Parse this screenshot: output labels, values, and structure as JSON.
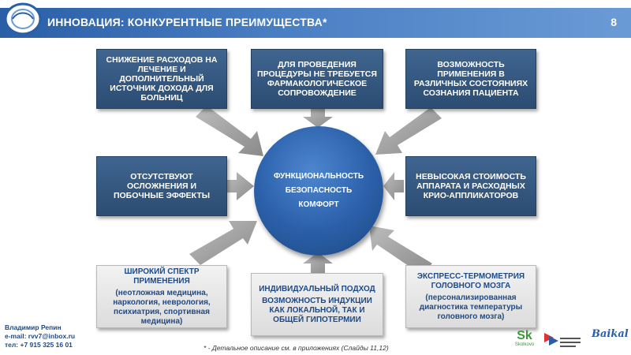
{
  "header": {
    "title": "ИННОВАЦИЯ: КОНКУРЕНТНЫЕ ПРЕИМУЩЕСТВА*",
    "page_number": "8"
  },
  "center": {
    "line1": "ФУНКЦИОНАЛЬНОСТЬ",
    "line2": "БЕЗОПАСНОСТЬ",
    "line3": "КОМФОРТ"
  },
  "boxes": {
    "top_left": "СНИЖЕНИЕ РАСХОДОВ НА ЛЕЧЕНИЕ И ДОПОЛНИТЕЛЬНЫЙ ИСТОЧНИК ДОХОДА ДЛЯ БОЛЬНИЦ",
    "top_center": "ДЛЯ ПРОВЕДЕНИЯ ПРОЦЕДУРЫ НЕ ТРЕБУЕТСЯ ФАРМАКОЛОГИЧЕСКОЕ СОПРОВОЖДЕНИЕ",
    "top_right": "ВОЗМОЖНОСТЬ ПРИМЕНЕНИЯ В РАЗЛИЧНЫХ СОСТОЯНИЯХ СОЗНАНИЯ ПАЦИЕНТА",
    "mid_left": "ОТСУТСТВУЮТ ОСЛОЖНЕНИЯ И ПОБОЧНЫЕ ЭФФЕКТЫ",
    "mid_right": "НЕВЫСОКАЯ СТОИМОСТЬ АППАРАТА И РАСХОДНЫХ КРИО-АППЛИКАТОРОВ",
    "bottom_left_title": "ШИРОКИЙ СПЕКТР ПРИМЕНЕНИЯ",
    "bottom_left_sub": "(неотложная медицина, наркология, неврология, психиатрия, спортивная медицина)",
    "bottom_center_title": "ИНДИВИДУАЛЬНЫЙ ПОДХОД",
    "bottom_center_sub": "ВОЗМОЖНОСТЬ ИНДУКЦИИ КАК ЛОКАЛЬНОЙ, ТАК И ОБЩЕЙ ГИПОТЕРМИИ",
    "bottom_right_title": "ЭКСПРЕСС-ТЕРМОМЕТРИЯ ГОЛОВНОГО МОЗГА",
    "bottom_right_sub": "(персонализированная диагностика температуры головного мозга)"
  },
  "author": {
    "name": "Владимир Репин",
    "email": "e-mail: rvv7@inbox.ru",
    "phone": "тел: +7 915 325 16 01"
  },
  "footnote": "* - Детальное описание см. в приложениях (Слайды 11,12)",
  "logos": {
    "skolkovo_mark": "Sk",
    "skolkovo_text": "Skolkovo",
    "baikal": "Baikal"
  },
  "colors": {
    "header_blue": "#2a5ea6",
    "box_dark": "#2c4c72",
    "circle_blue": "#2a5fa8",
    "text_blue": "#1d4a86"
  }
}
